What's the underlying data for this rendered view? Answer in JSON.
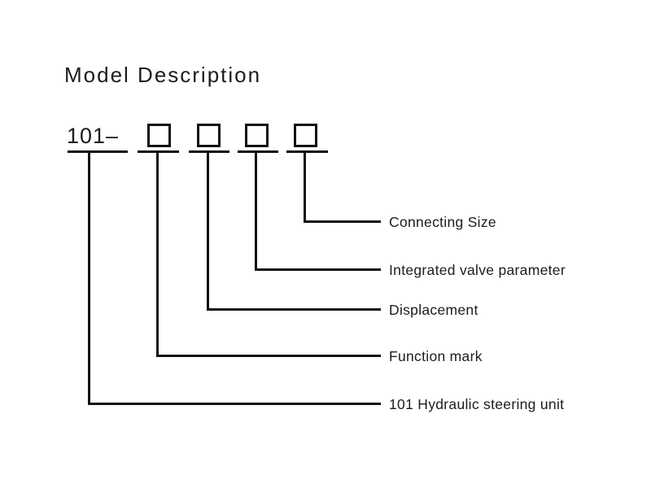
{
  "title": "Model Description",
  "diagram": {
    "model_prefix": "101–",
    "box_count": 4,
    "labels": [
      {
        "text": "Connecting Size"
      },
      {
        "text": "Integrated valve parameter"
      },
      {
        "text": "Displacement"
      },
      {
        "text": "Function mark"
      },
      {
        "text": "101 Hydraulic steering unit"
      }
    ]
  },
  "colors": {
    "background": "#ffffff",
    "line": "#111111",
    "text": "#1c1c1c"
  }
}
